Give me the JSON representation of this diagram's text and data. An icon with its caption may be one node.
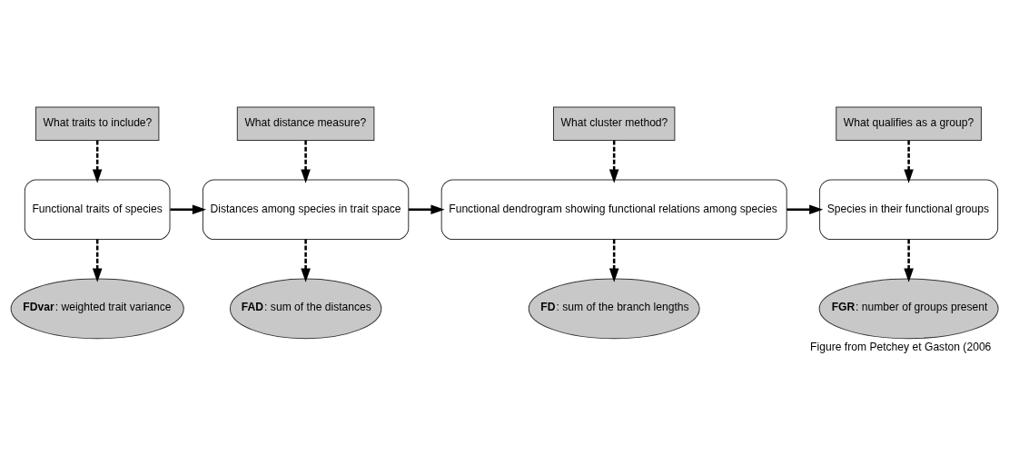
{
  "diagram": {
    "caption": "Figure from Petchey et Gaston (2006",
    "nodes": [
      {
        "text": [
          "What traits to include?"
        ]
      },
      {
        "text": [
          "What distance measure?"
        ]
      },
      {
        "text": [
          "What cluster method?"
        ]
      },
      {
        "text": [
          "What qualifies as a group?"
        ]
      },
      {
        "text": [
          "Functional traits of species"
        ]
      },
      {
        "text": [
          "Distances among species in trait space"
        ]
      },
      {
        "text": [
          "Functional dendrogram showing functional relations among species"
        ]
      },
      {
        "text": [
          "Species in their functional groups"
        ]
      },
      {
        "text": [
          "**FDvar**: weighted trait variance"
        ]
      },
      {
        "text": [
          "**FAD**: sum of the distances"
        ]
      },
      {
        "text": [
          "**FD**: sum of the branch lengths"
        ]
      },
      {
        "text": [
          "**FGR**: number of groups present"
        ]
      }
    ],
    "edges": [
      {
        "from": 0,
        "to": 4,
        "arrow": "to",
        "style": "dashed"
      },
      {
        "from": 1,
        "to": 5,
        "arrow": "to",
        "style": "dashed"
      },
      {
        "from": 2,
        "to": 6,
        "arrow": "to",
        "style": "dashed"
      },
      {
        "from": 3,
        "to": 7,
        "arrow": "to",
        "style": "dashed"
      },
      {
        "from": 4,
        "to": 5,
        "arrow": "to"
      },
      {
        "from": 5,
        "to": 6,
        "arrow": "to"
      },
      {
        "from": 6,
        "to": 7,
        "arrow": "to"
      },
      {
        "from": 4,
        "to": 8,
        "arrow": "to",
        "style": "dashed"
      },
      {
        "from": 5,
        "to": 9,
        "arrow": "to",
        "style": "dashed"
      },
      {
        "from": 6,
        "to": 10,
        "arrow": "to",
        "style": "dashed"
      },
      {
        "from": 7,
        "to": 11,
        "arrow": "to",
        "style": "dashed"
      }
    ]
  }
}
